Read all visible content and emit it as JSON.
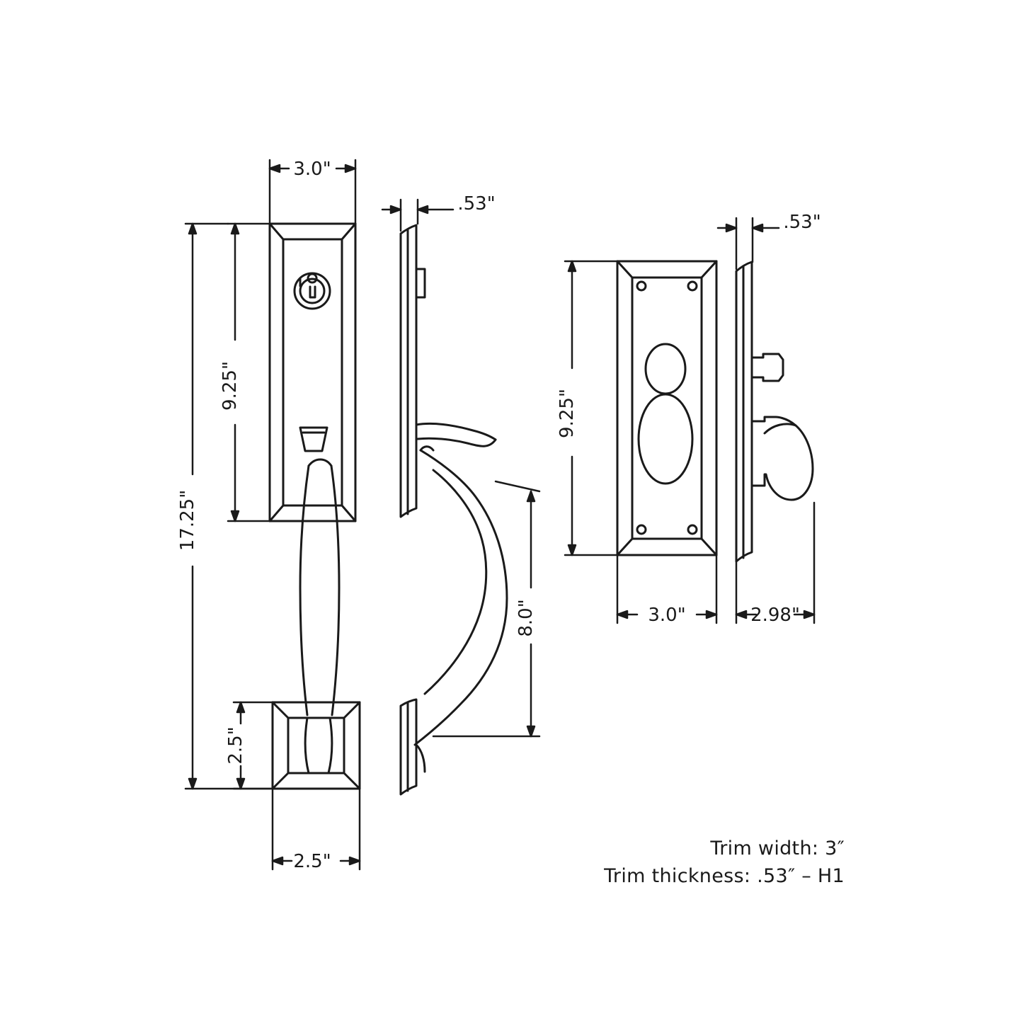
{
  "drawing": {
    "title": "Door handleset dimensional drawing",
    "line_color": "#1a1a1a",
    "text_color": "#1a1a1a",
    "background": "#ffffff",
    "dimensions": {
      "escutcheon_width": "3.0\"",
      "escutcheon_height": "9.25\"",
      "overall_height": "17.25\"",
      "trim_thickness_front": ".53\"",
      "grip_length": "8.0\"",
      "base_height": "2.5\"",
      "base_width": "2.5\"",
      "interior_plate_height": "9.25\"",
      "interior_plate_width": "3.0\"",
      "interior_trim_thickness": ".53\"",
      "knob_projection": "2.98\""
    },
    "notes": {
      "trim_width": "Trim width: 3″",
      "trim_thickness": "Trim thickness: .53″ – H1"
    }
  }
}
